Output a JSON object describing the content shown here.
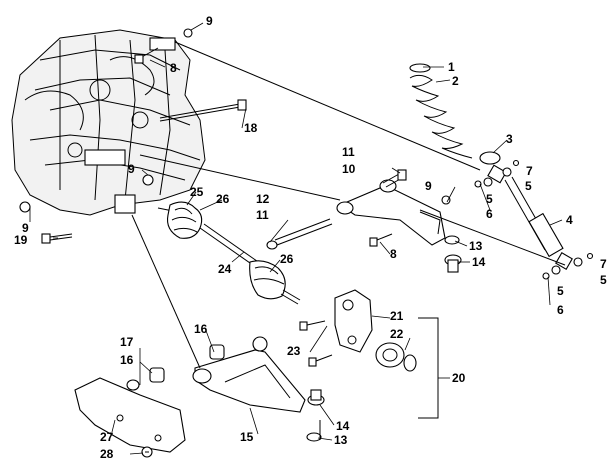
{
  "callouts": [
    {
      "id": "c1",
      "text": "1"
    },
    {
      "id": "c2",
      "text": "2"
    },
    {
      "id": "c3",
      "text": "3"
    },
    {
      "id": "c4",
      "text": "4"
    },
    {
      "id": "c5a",
      "text": "5"
    },
    {
      "id": "c5b",
      "text": "5"
    },
    {
      "id": "c5c",
      "text": "5"
    },
    {
      "id": "c5d",
      "text": "5"
    },
    {
      "id": "c6a",
      "text": "6"
    },
    {
      "id": "c6b",
      "text": "6"
    },
    {
      "id": "c7a",
      "text": "7"
    },
    {
      "id": "c7b",
      "text": "7"
    },
    {
      "id": "c8a",
      "text": "8"
    },
    {
      "id": "c8b",
      "text": "8"
    },
    {
      "id": "c9a",
      "text": "9"
    },
    {
      "id": "c9b",
      "text": "9"
    },
    {
      "id": "c9c",
      "text": "9"
    },
    {
      "id": "c9d",
      "text": "9"
    },
    {
      "id": "c10",
      "text": "10"
    },
    {
      "id": "c11a",
      "text": "11"
    },
    {
      "id": "c11b",
      "text": "11"
    },
    {
      "id": "c12",
      "text": "12"
    },
    {
      "id": "c13a",
      "text": "13"
    },
    {
      "id": "c13b",
      "text": "13"
    },
    {
      "id": "c14a",
      "text": "14"
    },
    {
      "id": "c14b",
      "text": "14"
    },
    {
      "id": "c15",
      "text": "15"
    },
    {
      "id": "c16a",
      "text": "16"
    },
    {
      "id": "c16b",
      "text": "16"
    },
    {
      "id": "c17",
      "text": "17"
    },
    {
      "id": "c18",
      "text": "18"
    },
    {
      "id": "c19",
      "text": "19"
    },
    {
      "id": "c20",
      "text": "20"
    },
    {
      "id": "c21",
      "text": "21"
    },
    {
      "id": "c22",
      "text": "22"
    },
    {
      "id": "c23",
      "text": "23"
    },
    {
      "id": "c24",
      "text": "24"
    },
    {
      "id": "c25",
      "text": "25"
    },
    {
      "id": "c26a",
      "text": "26"
    },
    {
      "id": "c26b",
      "text": "26"
    },
    {
      "id": "c27",
      "text": "27"
    },
    {
      "id": "c28",
      "text": "28"
    }
  ]
}
